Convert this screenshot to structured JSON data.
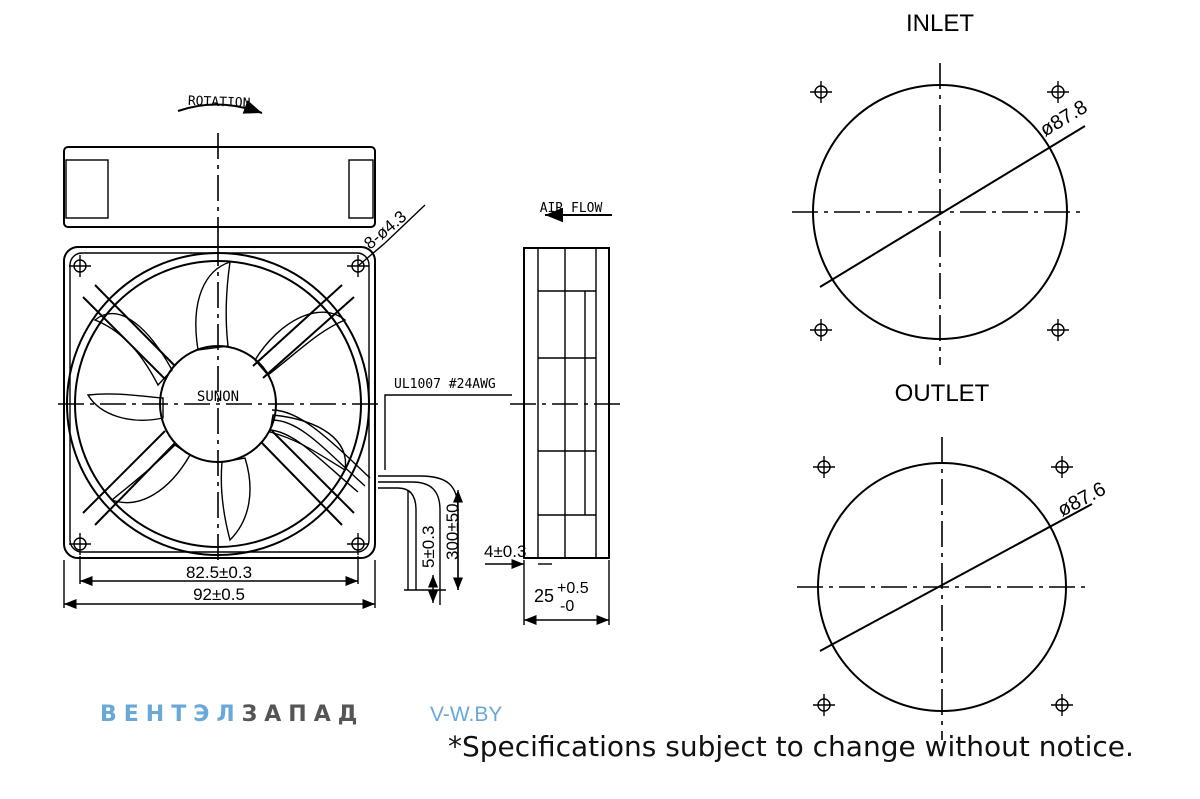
{
  "front_view": {
    "rotation_label": "ROTATION",
    "hole_label": "8-ø4.3",
    "hub_label": "SUNON",
    "wire_label": "UL1007 #24AWG",
    "dim_hole_pitch": "82.5±0.3",
    "dim_frame_width": "92±0.5",
    "dim_strip": "5±0.3",
    "dim_lead_length": "300±50"
  },
  "side_view": {
    "airflow_label": "AIR FLOW",
    "dim_rib": "4±0.3",
    "dim_depth": "25",
    "dim_depth_tol_plus": "+0.5",
    "dim_depth_tol_minus": "-0"
  },
  "inlet": {
    "title": "INLET",
    "diameter_label": "ø87.8"
  },
  "outlet": {
    "title": "OUTLET",
    "diameter_label": "ø87.6"
  },
  "footer": {
    "brand_part1": "ВЕНТЭЛ",
    "brand_part2": "ЗАПАД",
    "site": "V-W.BY",
    "notice": "*Specifications subject to change without notice."
  },
  "colors": {
    "line": "#000000",
    "brand_blue": "#6aa8d8",
    "brand_gray": "#555555"
  }
}
